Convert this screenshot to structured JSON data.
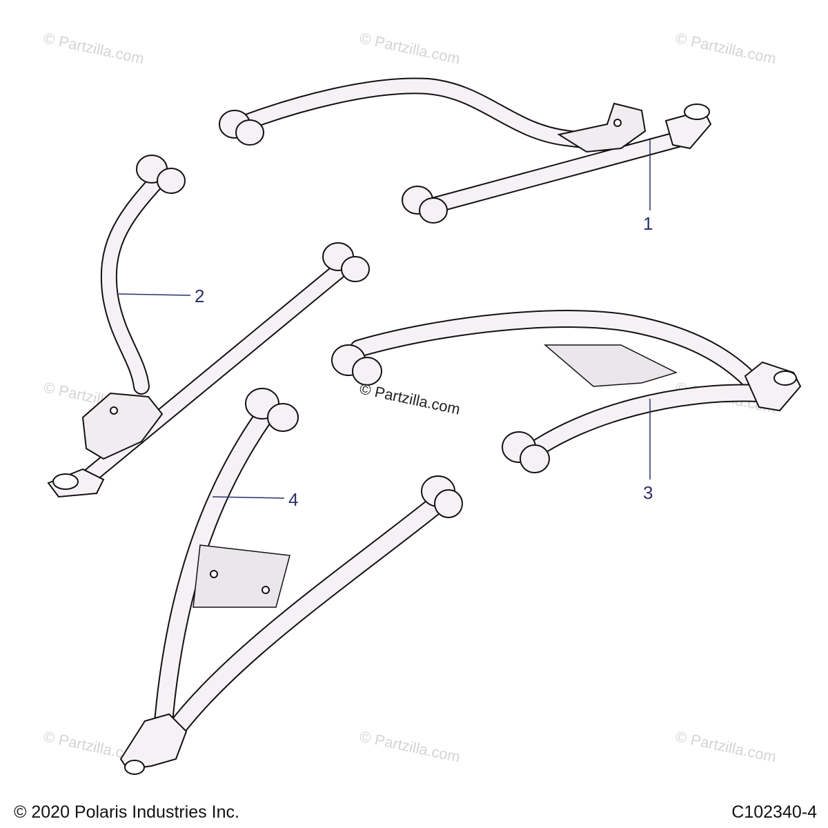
{
  "diagram": {
    "callouts": [
      {
        "id": "1",
        "label": "1"
      },
      {
        "id": "2",
        "label": "2"
      },
      {
        "id": "3",
        "label": "3"
      },
      {
        "id": "4",
        "label": "4"
      }
    ],
    "watermark_text": "© Partzilla.com",
    "center_watermark_text": "© Partzilla.com"
  },
  "footer": {
    "copyright": "© 2020 Polaris Industries Inc.",
    "drawing_code": "C102340-4"
  },
  "colors": {
    "part_fill": "#f5f1f5",
    "line": "#111111",
    "callout": "#2b2f6b",
    "watermark": "#d4d4d4"
  }
}
